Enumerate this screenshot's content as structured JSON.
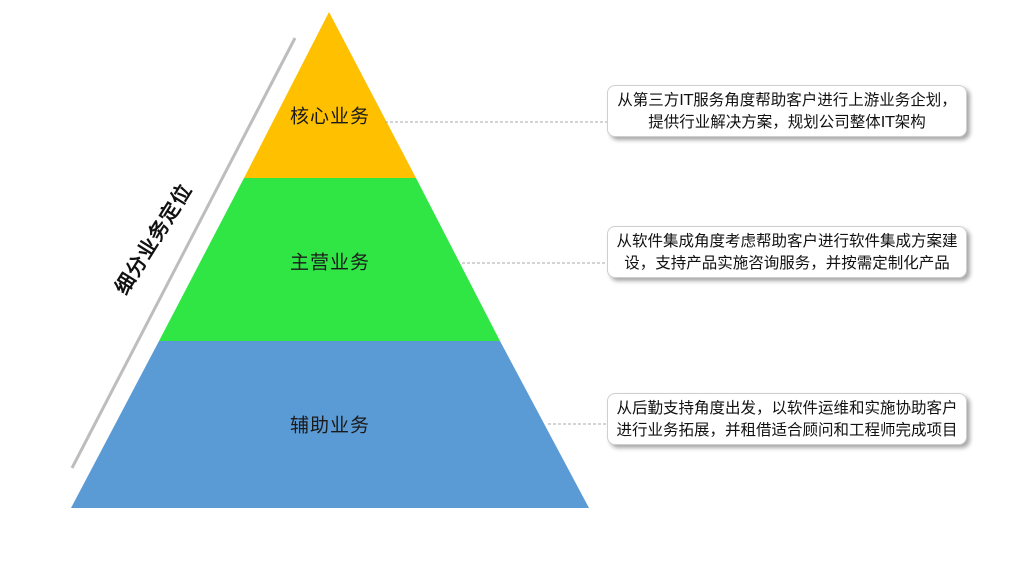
{
  "side_label": "细分业务定位",
  "tiers": [
    {
      "label": "核心业务",
      "color": "#ffc000",
      "description": "从第三方IT服务角度帮助客户进行上游业务企划，提供行业解决方案，规划公司整体IT架构"
    },
    {
      "label": "主营业务",
      "color": "#2fe645",
      "description": "从软件集成角度考虑帮助客户进行软件集成方案建设，支持产品实施咨询服务，并按需定制化产品"
    },
    {
      "label": "辅助业务",
      "color": "#5b9bd5",
      "description": "从后勤支持角度出发，以软件运维和实施协助客户进行业务拓展，并租借适合顾问和工程师完成项目"
    }
  ]
}
